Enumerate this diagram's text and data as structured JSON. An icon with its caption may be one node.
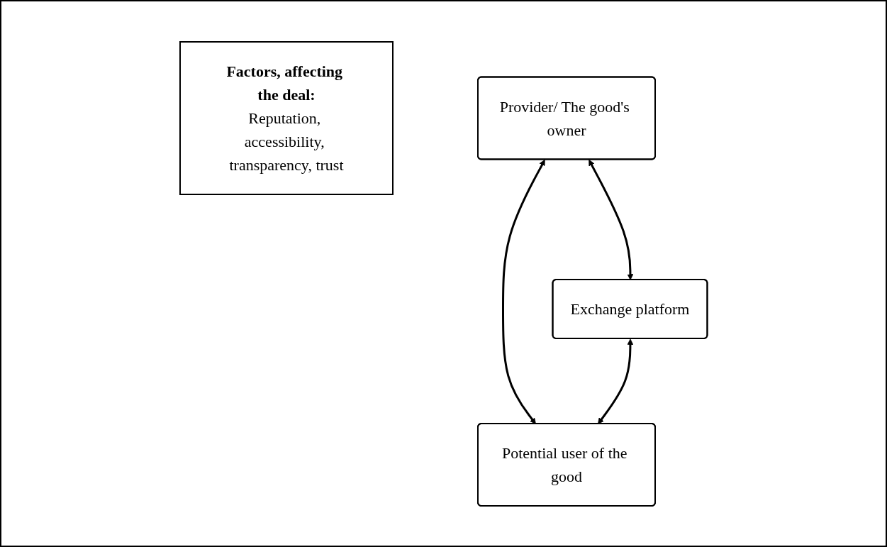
{
  "diagram": {
    "nodes": [
      {
        "text": [
          "Factors, affecting the deal:",
          "Reputation, accessibility, transparency, trust"
        ]
      },
      {
        "text": [
          "Provider/ The good's owner"
        ]
      },
      {
        "text": [
          "Potential user of the good"
        ]
      },
      {
        "text": [
          "Exchange platform"
        ]
      }
    ],
    "edges": [
      {
        "from": 1,
        "to": 2,
        "arrow": "both"
      },
      {
        "from": 1,
        "to": 3,
        "arrow": "both"
      },
      {
        "from": 3,
        "to": 2,
        "arrow": "both"
      }
    ]
  }
}
